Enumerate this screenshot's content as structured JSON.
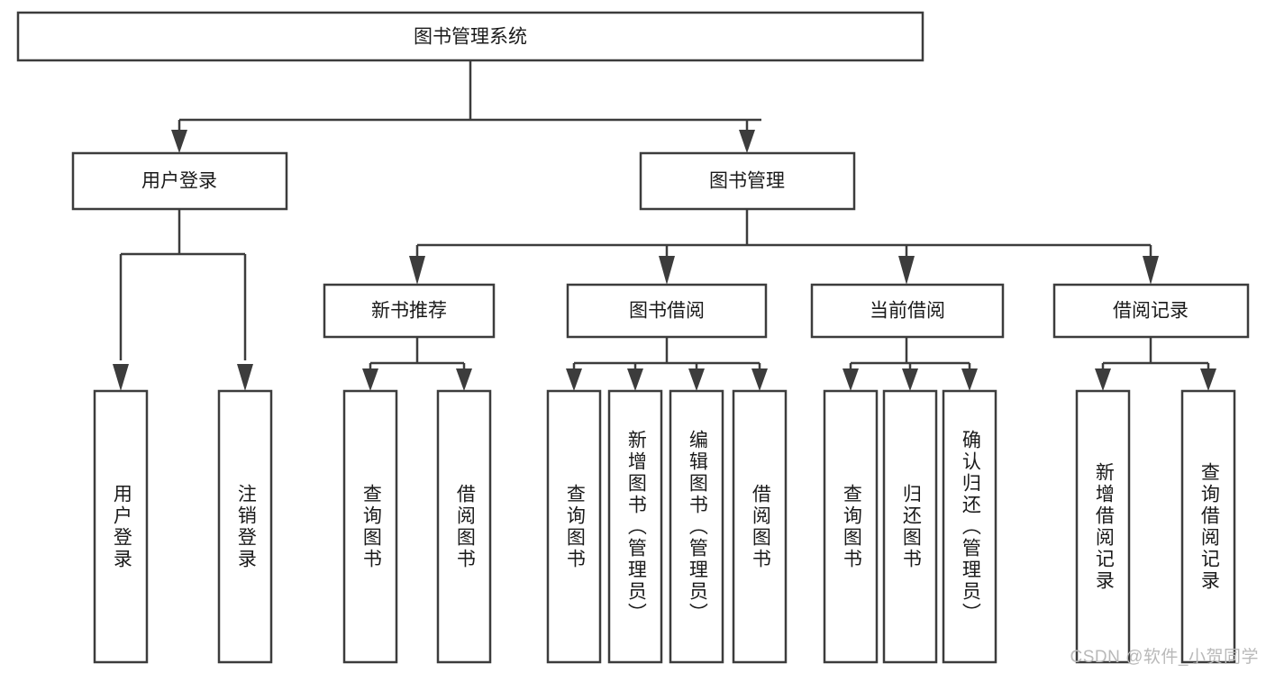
{
  "diagram": {
    "type": "tree-hierarchy",
    "title": "图书管理系统",
    "watermark": "CSDN @软件_小贺同学",
    "colors": {
      "background": "#ffffff",
      "box_stroke": "#3c3c3c",
      "box_fill": "#ffffff",
      "text": "#1a1a1a",
      "watermark": "#b9b9b9"
    },
    "levels": {
      "root": {
        "label": "图书管理系统"
      },
      "level2": [
        {
          "label": "用户登录"
        },
        {
          "label": "图书管理"
        }
      ],
      "level3": [
        {
          "label": "新书推荐"
        },
        {
          "label": "图书借阅"
        },
        {
          "label": "当前借阅"
        },
        {
          "label": "借阅记录"
        }
      ],
      "leaves": [
        {
          "label": "用户登录",
          "parent": "用户登录"
        },
        {
          "label": "注销登录",
          "parent": "用户登录"
        },
        {
          "label": "查询图书",
          "parent": "新书推荐"
        },
        {
          "label": "借阅图书",
          "parent": "新书推荐"
        },
        {
          "label": "查询图书",
          "parent": "图书借阅"
        },
        {
          "label": "新增图书（管理员）",
          "parent": "图书借阅"
        },
        {
          "label": "编辑图书（管理员）",
          "parent": "图书借阅"
        },
        {
          "label": "借阅图书",
          "parent": "图书借阅"
        },
        {
          "label": "查询图书",
          "parent": "当前借阅"
        },
        {
          "label": "归还图书",
          "parent": "当前借阅"
        },
        {
          "label": "确认归还（管理员）",
          "parent": "当前借阅"
        },
        {
          "label": "新增借阅记录",
          "parent": "借阅记录"
        },
        {
          "label": "查询借阅记录",
          "parent": "借阅记录"
        }
      ]
    }
  }
}
